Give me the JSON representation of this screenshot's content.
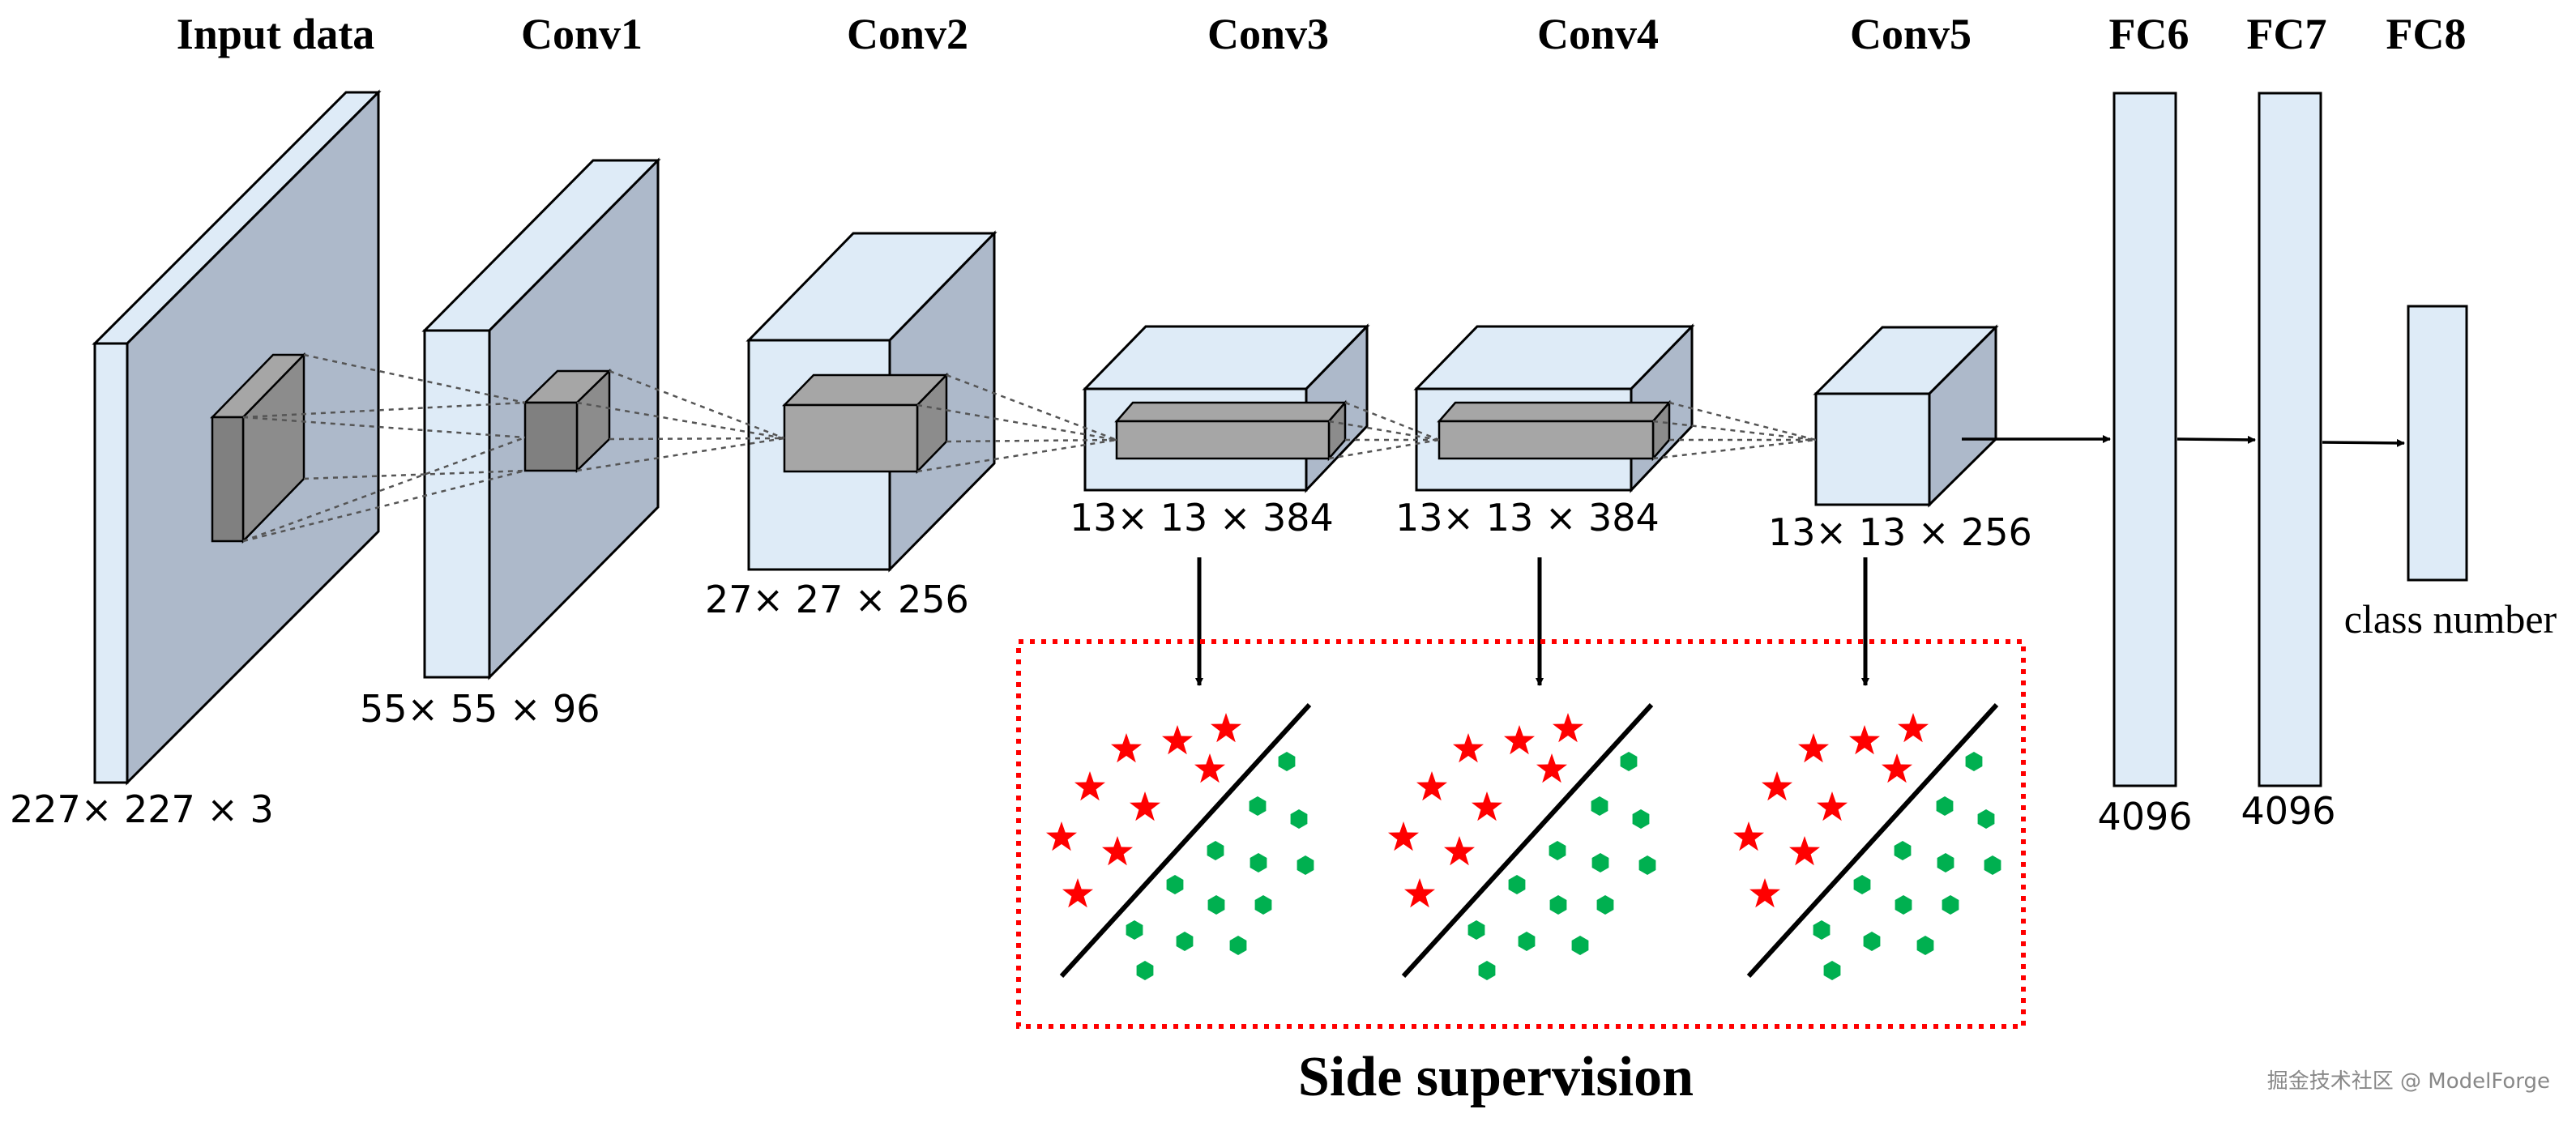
{
  "stages": [
    {
      "key": "input",
      "title": "Input data",
      "dims": "227× 227 × 3"
    },
    {
      "key": "conv1",
      "title": "Conv1",
      "dims": "55× 55 × 96"
    },
    {
      "key": "conv2",
      "title": "Conv2",
      "dims": "27× 27 × 256"
    },
    {
      "key": "conv3",
      "title": "Conv3",
      "dims": "13× 13 × 384"
    },
    {
      "key": "conv4",
      "title": "Conv4",
      "dims": "13× 13 × 384"
    },
    {
      "key": "conv5",
      "title": "Conv5",
      "dims": "13× 13 × 256"
    },
    {
      "key": "fc6",
      "title": "FC6",
      "dims": "4096"
    },
    {
      "key": "fc7",
      "title": "FC7",
      "dims": "4096"
    },
    {
      "key": "fc8",
      "title": "FC8",
      "dims": "class number"
    }
  ],
  "side_supervision": {
    "title": "Side supervision"
  },
  "watermark": "掘金技术社区 @ ModelForge",
  "colors": {
    "front_face": "#deebf7",
    "side_face": "#adb9ca",
    "kernel": "#8c8c8c",
    "star": "#ff0000",
    "hexagon": "#00b050",
    "dotted_box": "#ff0000"
  }
}
